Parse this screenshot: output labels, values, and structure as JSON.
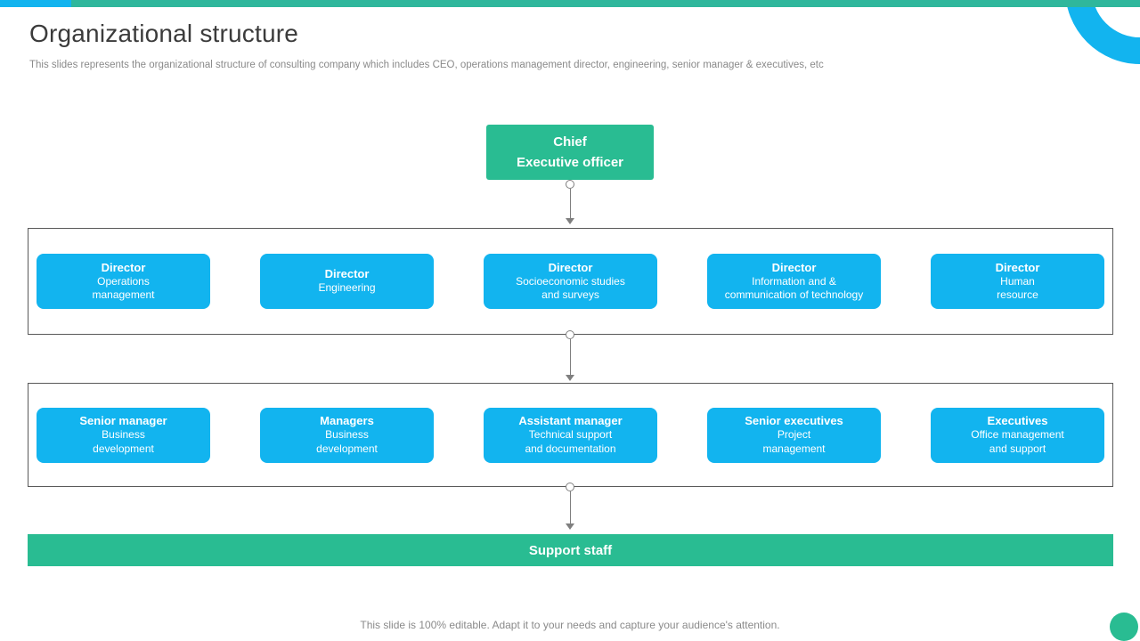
{
  "slide": {
    "title": "Organizational structure",
    "subtitle": "This slides represents the organizational structure of consulting company which includes CEO, operations management director, engineering, senior manager & executives, etc",
    "footer": "This slide is 100% editable. Adapt it to your needs and capture your audience's attention."
  },
  "org": {
    "root": {
      "line1": "Chief",
      "line2": "Executive officer"
    },
    "level1": [
      {
        "title": "Director",
        "lines": [
          "Operations",
          "management"
        ]
      },
      {
        "title": "Director",
        "lines": [
          "Engineering"
        ]
      },
      {
        "title": "Director",
        "lines": [
          "Socioeconomic studies",
          "and surveys"
        ]
      },
      {
        "title": "Director",
        "lines": [
          "Information and &",
          "communication of technology"
        ]
      },
      {
        "title": "Director",
        "lines": [
          "Human",
          "resource"
        ]
      }
    ],
    "level2": [
      {
        "title": "Senior manager",
        "lines": [
          "Business",
          "development"
        ]
      },
      {
        "title": "Managers",
        "lines": [
          "Business",
          "development"
        ]
      },
      {
        "title": "Assistant manager",
        "lines": [
          "Technical support",
          "and documentation"
        ]
      },
      {
        "title": "Senior executives",
        "lines": [
          "Project",
          "management"
        ]
      },
      {
        "title": "Executives",
        "lines": [
          "Office management",
          "and support"
        ]
      }
    ],
    "support": "Support staff"
  },
  "colors": {
    "accent_blue": "#12b4ef",
    "accent_green": "#29bc92",
    "topbar_teal": "#2fb79c",
    "connector_gray": "#7f7f7f",
    "container_border": "#595959"
  }
}
